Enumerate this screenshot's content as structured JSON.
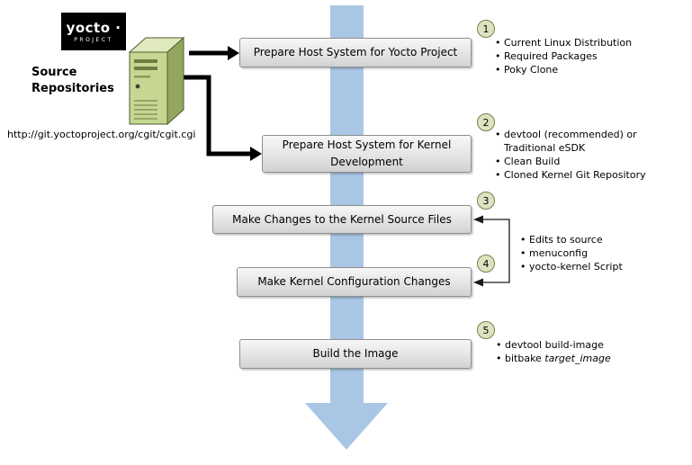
{
  "colors": {
    "flow_arrow": "#a9c7e4",
    "circle_fill": "#dde3c0",
    "circle_border": "#75834d",
    "box_border": "#8f8f8f",
    "connector": "#000000",
    "server_front": "#c6d693",
    "server_side": "#94a65e",
    "server_top": "#dfe9bd"
  },
  "logo": {
    "title": "yocto ·",
    "subtitle": "PROJECT"
  },
  "source": {
    "label_line1": "Source",
    "label_line2": "Repositories",
    "url": "http://git.yoctoproject.org/cgit/cgit.cgi"
  },
  "steps": [
    {
      "num": "1",
      "label": "Prepare Host System for Yocto Project",
      "bullets": [
        "Current Linux Distribution",
        "Required Packages",
        "Poky Clone"
      ]
    },
    {
      "num": "2",
      "label": "Prepare Host System for Kernel Development",
      "bullets": [
        "devtool (recommended) or Traditional eSDK",
        "Clean Build",
        "Cloned Kernel Git Repository"
      ]
    },
    {
      "num": "3",
      "label": "Make Changes to the Kernel Source Files",
      "bullets": []
    },
    {
      "num": "4",
      "label": "Make Kernel Configuration Changes",
      "bullets": []
    },
    {
      "num": "5",
      "label": "Build the Image",
      "bullets": [
        "devtool build-image"
      ],
      "bitbake_prefix": "bitbake ",
      "bitbake_italic": "target_image"
    }
  ],
  "shared_bullets_3_4": [
    "Edits to source",
    "menuconfig",
    "yocto-kernel Script"
  ]
}
